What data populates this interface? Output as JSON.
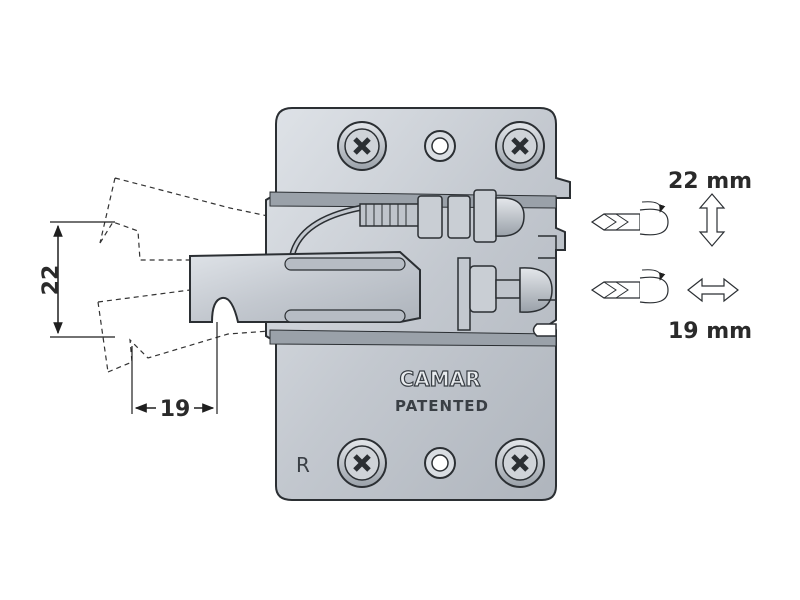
{
  "labels": {
    "vertical_dimension": "22",
    "horizontal_dimension": "19",
    "vertical_adjust_text": "22 mm",
    "horizontal_adjust_text": "19 mm",
    "brand": "CAMAR",
    "stamp": "PATENTED",
    "side_mark": "R"
  },
  "colors": {
    "plate": "#c7ccd3",
    "plate_dark": "#8a9098",
    "outline": "#2b2f33",
    "brand_text": "#e8ebee",
    "brand_stroke": "#3a3f45"
  },
  "icons": {
    "mounting_screw": "phillips-screw-icon",
    "adjust_tool": "screwdriver-icon",
    "vertical_arrow": "double-arrow-vertical-icon",
    "horizontal_arrow": "double-arrow-horizontal-icon"
  }
}
